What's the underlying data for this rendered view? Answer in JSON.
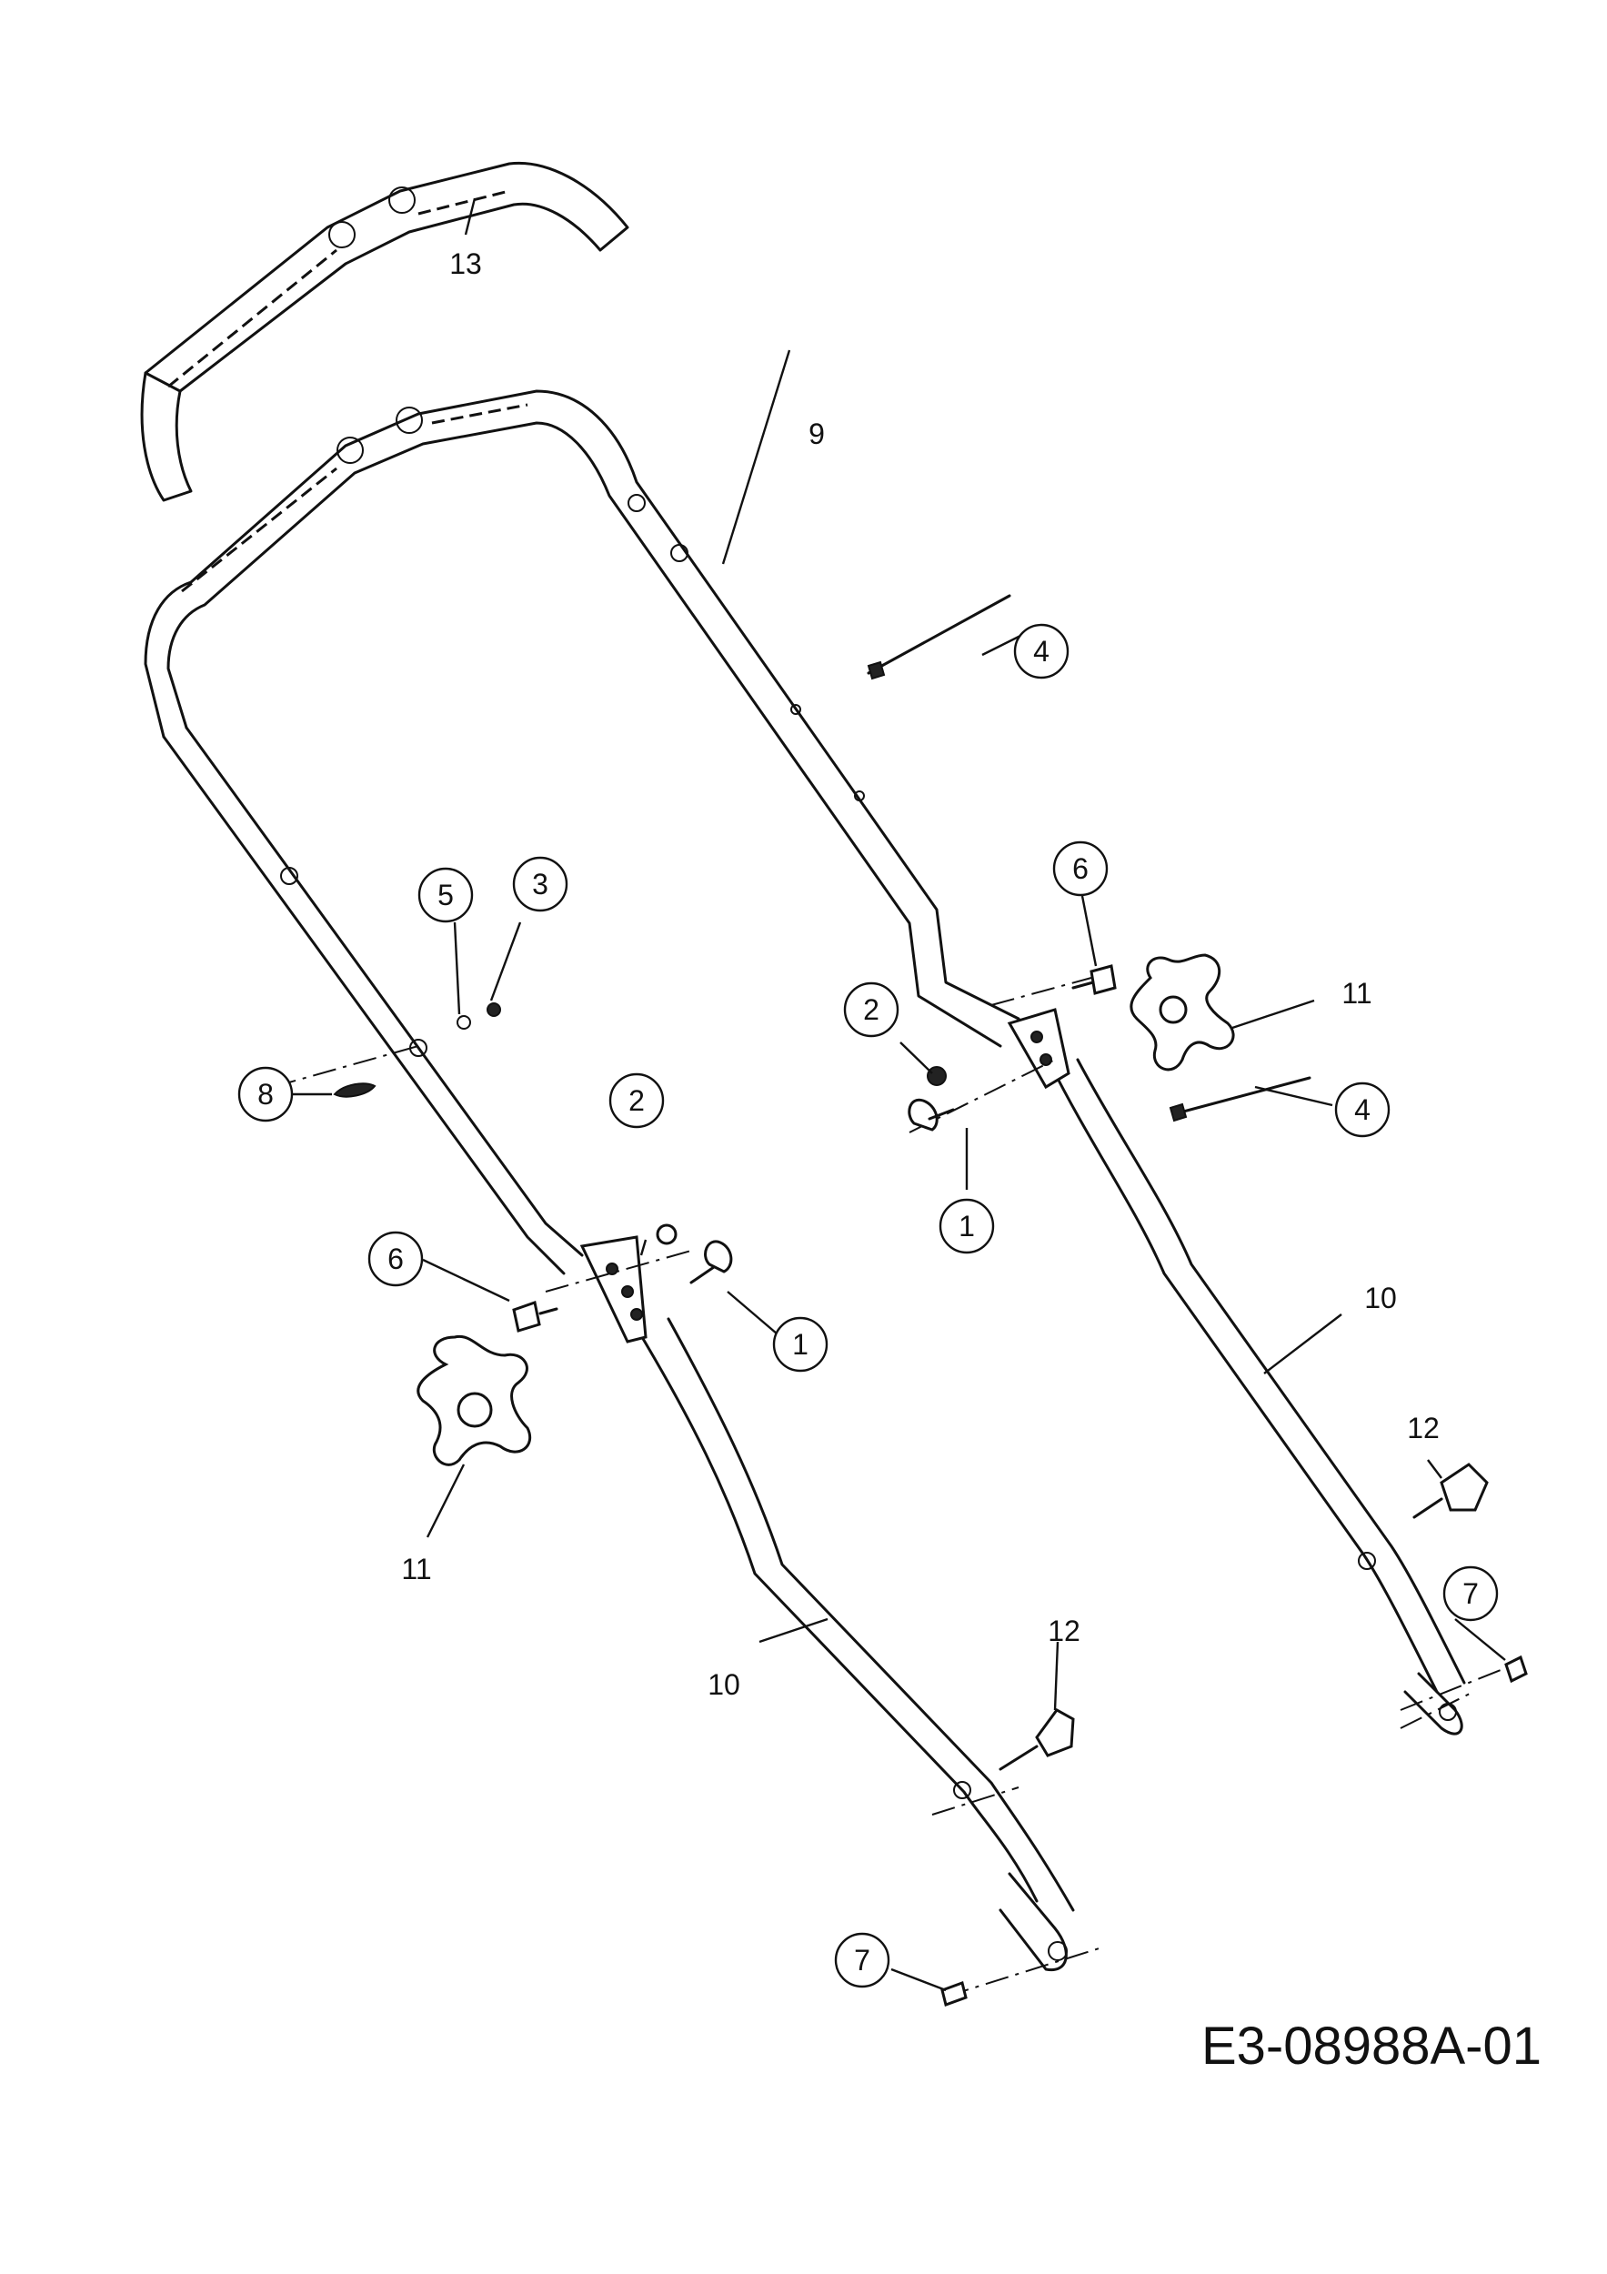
{
  "drawing_code": "E3-08988A-01",
  "callouts": {
    "c1a": "1",
    "c1b": "1",
    "c2a": "2",
    "c2b": "2",
    "c3": "3",
    "c4a": "4",
    "c4b": "4",
    "c5": "5",
    "c6a": "6",
    "c6b": "6",
    "c7a": "7",
    "c7b": "7",
    "c8": "8"
  },
  "labels": {
    "p9": "9",
    "p10a": "10",
    "p10b": "10",
    "p11a": "11",
    "p11b": "11",
    "p12a": "12",
    "p12b": "12",
    "p13": "13"
  }
}
